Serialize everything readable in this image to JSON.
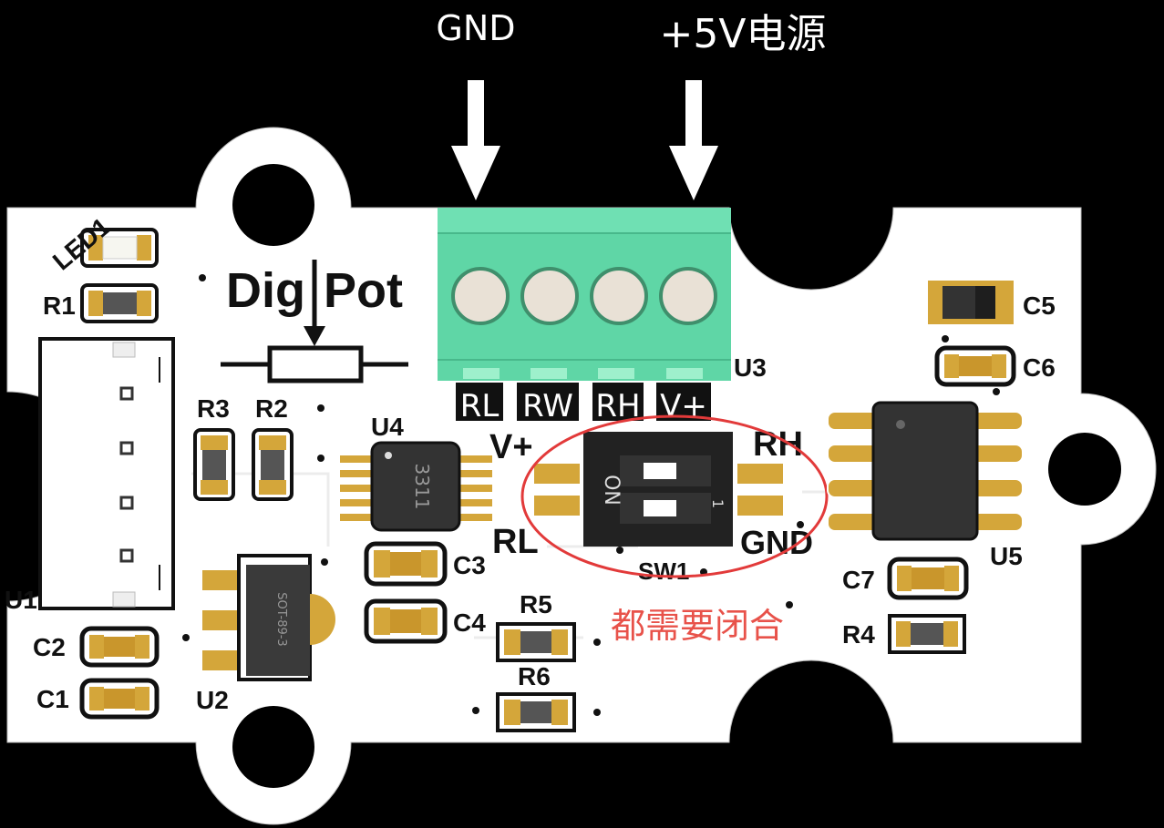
{
  "annotations": {
    "gnd_arrow_label": "GND",
    "power_arrow_label": "+5V电源",
    "switch_note": "都需要闭合"
  },
  "board": {
    "title_left": "Dig",
    "title_right": "Pot",
    "colors": {
      "board": "#ffffff",
      "terminal": "#5fd6a6",
      "pad": "#d4a63a",
      "chip": "#2f2f2f",
      "highlight_circle": "#e23a3a",
      "note_text": "#e8524a"
    },
    "refdes": {
      "led1": "LED1",
      "r1": "R1",
      "r2": "R2",
      "r3": "R3",
      "r4": "R4",
      "r5": "R5",
      "r6": "R6",
      "c1": "C1",
      "c2": "C2",
      "c3": "C3",
      "c4": "C4",
      "c5": "C5",
      "c6": "C6",
      "c7": "C7",
      "u1": "U1",
      "u2": "U2",
      "u3": "U3",
      "u4": "U4",
      "u5": "U5",
      "sw1": "SW1"
    },
    "terminal_pins": [
      "RL",
      "RW",
      "RH",
      "V+"
    ],
    "switch_labels": {
      "v_plus": "V+",
      "rl": "RL",
      "rh": "RH",
      "gnd": "GND",
      "on": "ON",
      "one": "1"
    },
    "chip_marks": {
      "u4": "3311",
      "u2": "SOT-89-3"
    }
  }
}
